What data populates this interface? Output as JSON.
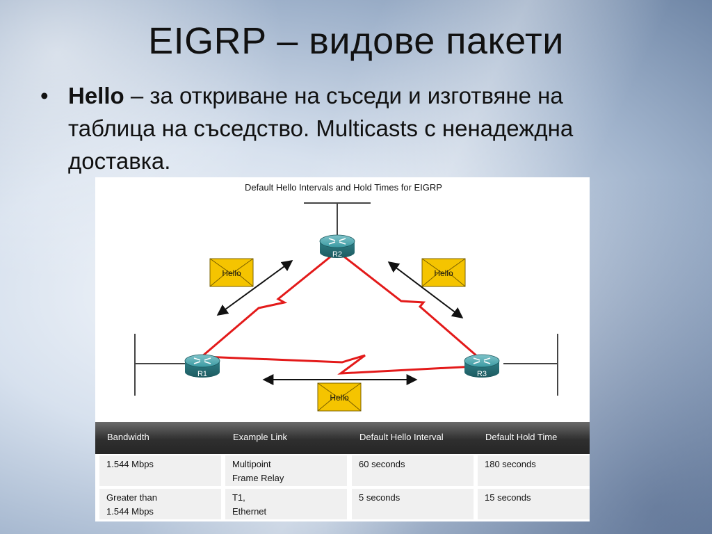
{
  "slide": {
    "title": "EIGRP – видове пакети",
    "bullet_symbol": "•",
    "bullet_bold": "Hello",
    "bullet_rest": " – за откриване на съседи и изготвяне на таблица на съседство. Multicasts с ненадеждна доставка."
  },
  "diagram": {
    "caption": "Default Hello Intervals and Hold Times for EIGRP",
    "routers": [
      "R1",
      "R2",
      "R3"
    ],
    "envelope_label": "Hello",
    "colors": {
      "link": "#e31a1a",
      "envelope": "#f5c400",
      "router": "#2f7f86"
    }
  },
  "table": {
    "headers": [
      "Bandwidth",
      "Example Link",
      "Default Hello Interval",
      "Default Hold Time"
    ],
    "rows": [
      [
        "1.544 Mbps",
        "Multipoint",
        "60 seconds",
        "180 seconds"
      ],
      [
        "",
        "Frame Relay",
        "",
        ""
      ],
      [
        "Greater than",
        "T1,",
        "5 seconds",
        "15 seconds"
      ],
      [
        "1.544 Mbps",
        "Ethernet",
        "",
        ""
      ]
    ]
  }
}
